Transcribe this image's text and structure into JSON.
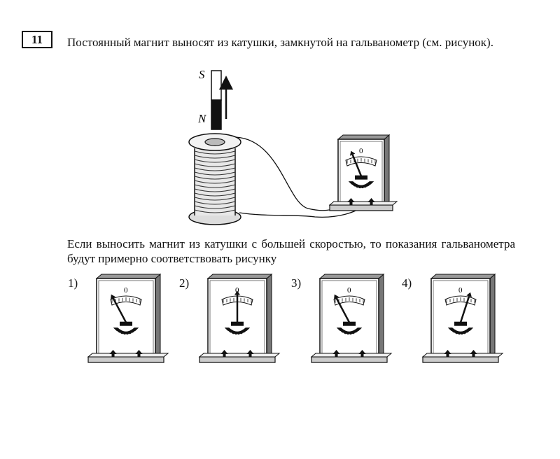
{
  "question": {
    "number": "11",
    "text": "Постоянный магнит выносят из катушки, замкнутой на гальванометр (см. рисунок).",
    "followup": "Если выносить магнит из катушки с большей скоростью, то показания гальванометра будут примерно соответствовать рисунку"
  },
  "figure": {
    "magnet_pole_top": "S",
    "magnet_pole_bottom": "N",
    "scale_zero": "0"
  },
  "options": [
    {
      "label": "1)",
      "zero": "0",
      "needle": "left-strong"
    },
    {
      "label": "2)",
      "zero": "0",
      "needle": "center"
    },
    {
      "label": "3)",
      "zero": "0",
      "needle": "left-strong"
    },
    {
      "label": "4)",
      "zero": "0",
      "needle": "right"
    }
  ]
}
